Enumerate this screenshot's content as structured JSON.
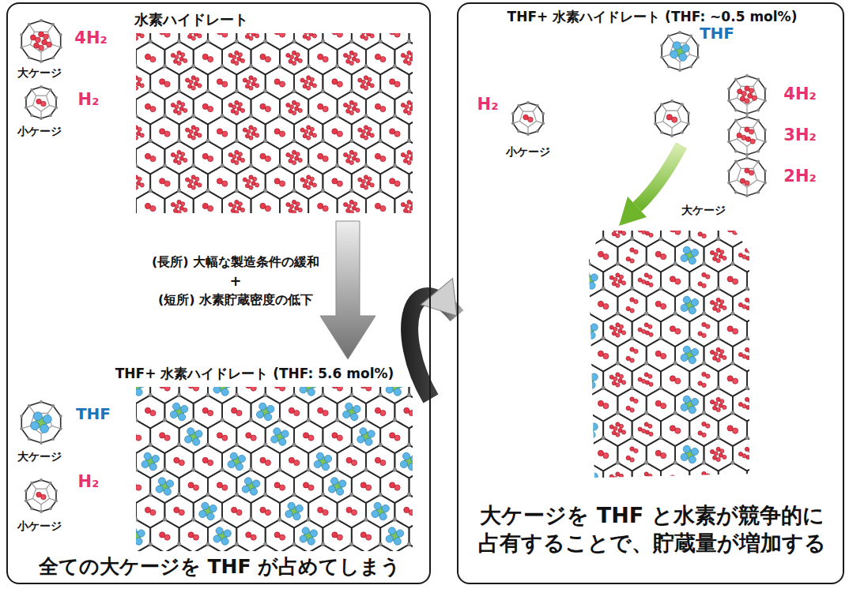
{
  "diagram": {
    "nodes": [
      {
        "text": [
          "水素ハイドレート",
          "THF+ 水素ハイドレート (THF: 5.6 mol%)",
          "全ての大ケージを THF が占めてしまう"
        ]
      },
      {
        "text": [
          "THF+ 水素ハイドレート (THF: ~0.5 mol%)",
          "大ケージを THF と水素が競争的に 占有することで、貯蔵量が増加する"
        ]
      }
    ],
    "edges": [
      {
        "from": 0,
        "to": 1,
        "arrow": "to"
      }
    ],
    "labels": [
      "4H₂",
      "大ケージ",
      "H₂",
      "小ケージ",
      "(長所) 大幅な製造条件の緩和",
      "+",
      "(短所) 水素貯蔵密度の低下",
      "THF",
      "大ケージ",
      "H₂",
      "小ケージ",
      "H₂",
      "小ケージ",
      "THF",
      "4H₂",
      "3H₂",
      "2H₂",
      "大ケージ"
    ]
  }
}
